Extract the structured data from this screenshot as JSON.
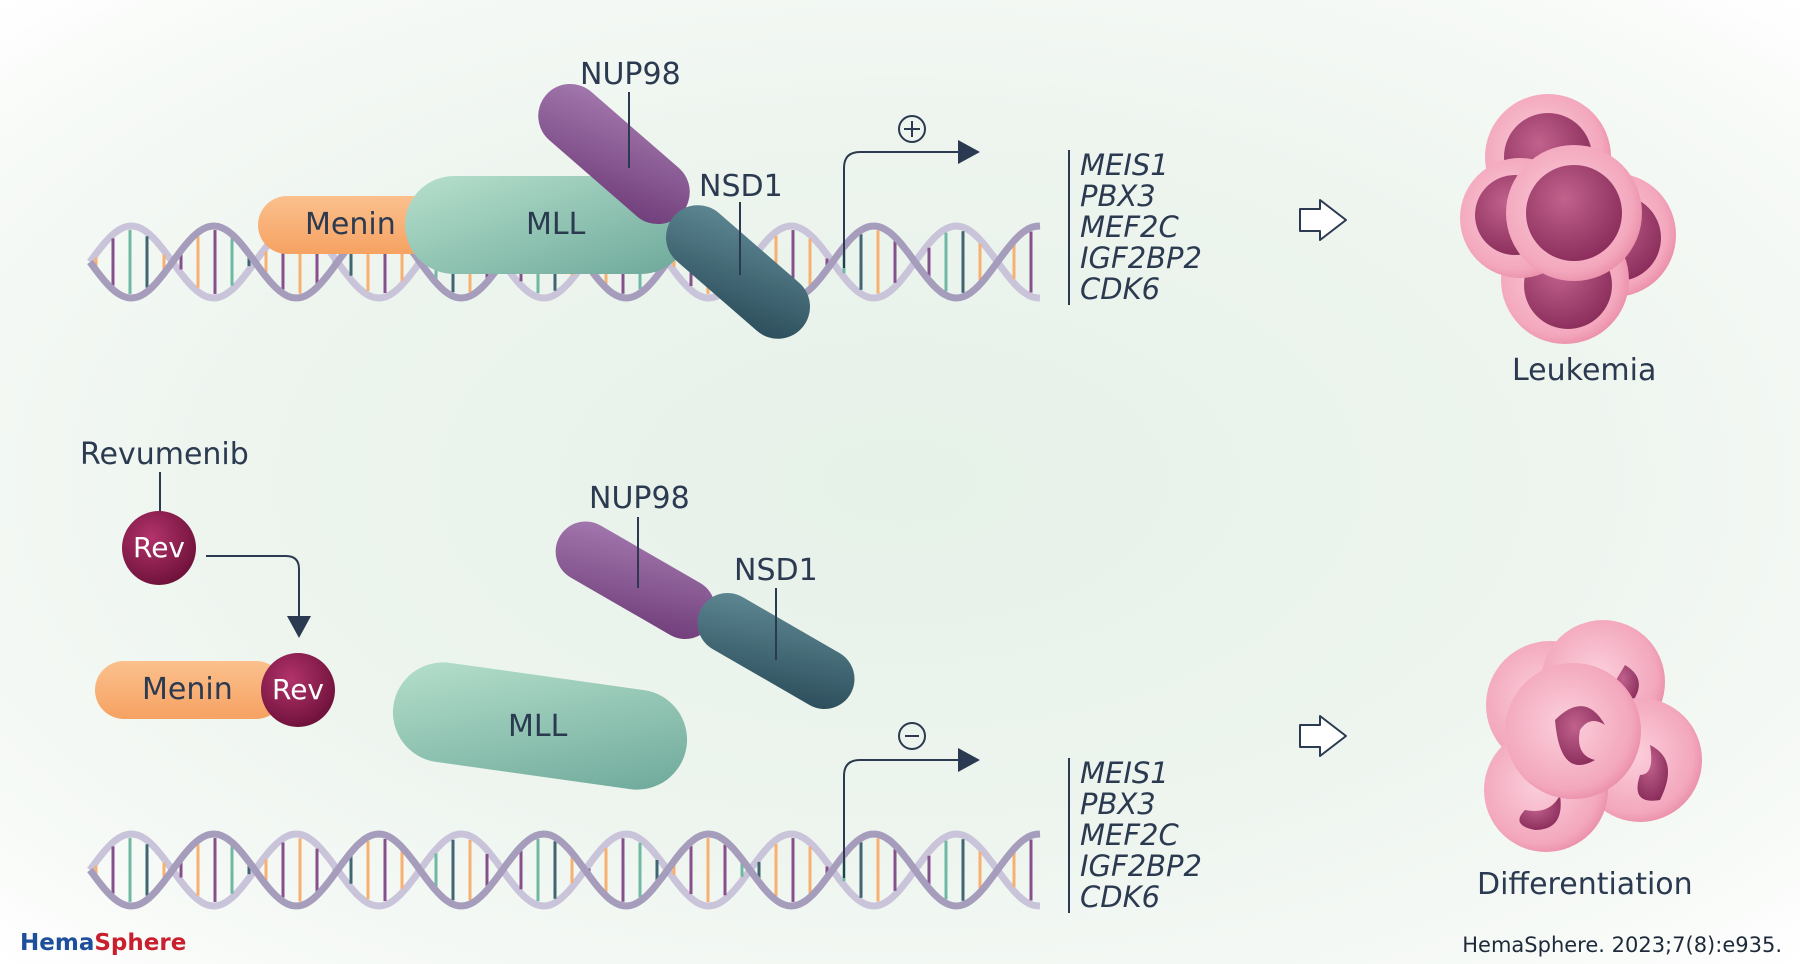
{
  "top": {
    "menin": "Menin",
    "mll": "MLL",
    "nup98": "NUP98",
    "nsd1": "NSD1",
    "sign": "+",
    "genes": [
      "MEIS1",
      "PBX3",
      "MEF2C",
      "IGF2BP2",
      "CDK6"
    ],
    "outcome": "Leukemia"
  },
  "bottom": {
    "drug": "Revumenib",
    "rev": "Rev",
    "menin": "Menin",
    "mll": "MLL",
    "nup98": "NUP98",
    "nsd1": "NSD1",
    "sign": "−",
    "genes": [
      "MEIS1",
      "PBX3",
      "MEF2C",
      "IGF2BP2",
      "CDK6"
    ],
    "outcome": "Differentiation"
  },
  "footer": {
    "brand_a": "Hema",
    "brand_b": "Sphere",
    "citation": "HemaSphere. 2023;7(8):e935."
  },
  "colors": {
    "menin": "#f9b27a",
    "mll": "#8fc8b0",
    "nup98": "#85508c",
    "nsd1": "#3f6672",
    "rev": "#8a1c4c",
    "dna": "#a59dbb",
    "cell": "#f0a3ba",
    "text": "#2b3a50"
  }
}
